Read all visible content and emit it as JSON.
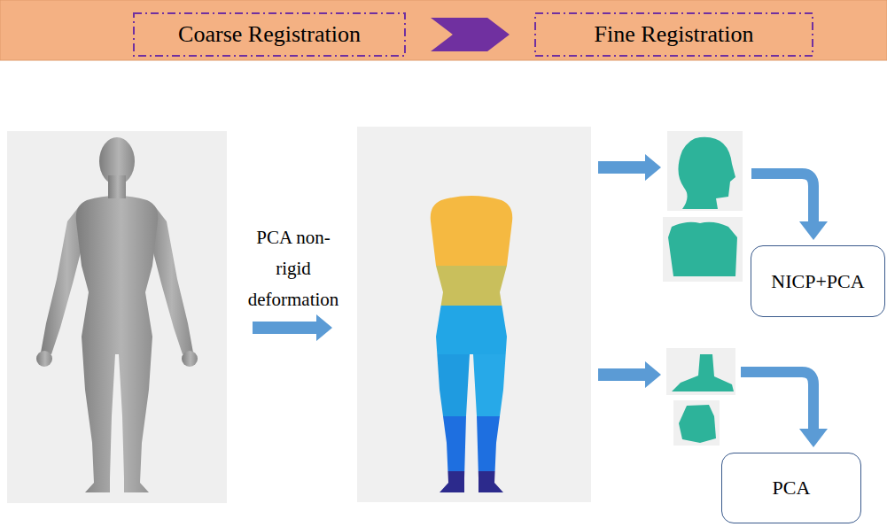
{
  "diagram": {
    "nodes": [
      {
        "text": [
          "Coarse Registration"
        ]
      },
      {
        "text": [
          "Fine Registration"
        ]
      },
      {
        "text": [
          "NICP+PCA"
        ]
      },
      {
        "text": [
          "PCA"
        ]
      }
    ],
    "edges": [
      {
        "from": 0,
        "to": 1,
        "arrow": "to"
      }
    ],
    "labels": [
      "PCA non-rigid deformation"
    ]
  }
}
